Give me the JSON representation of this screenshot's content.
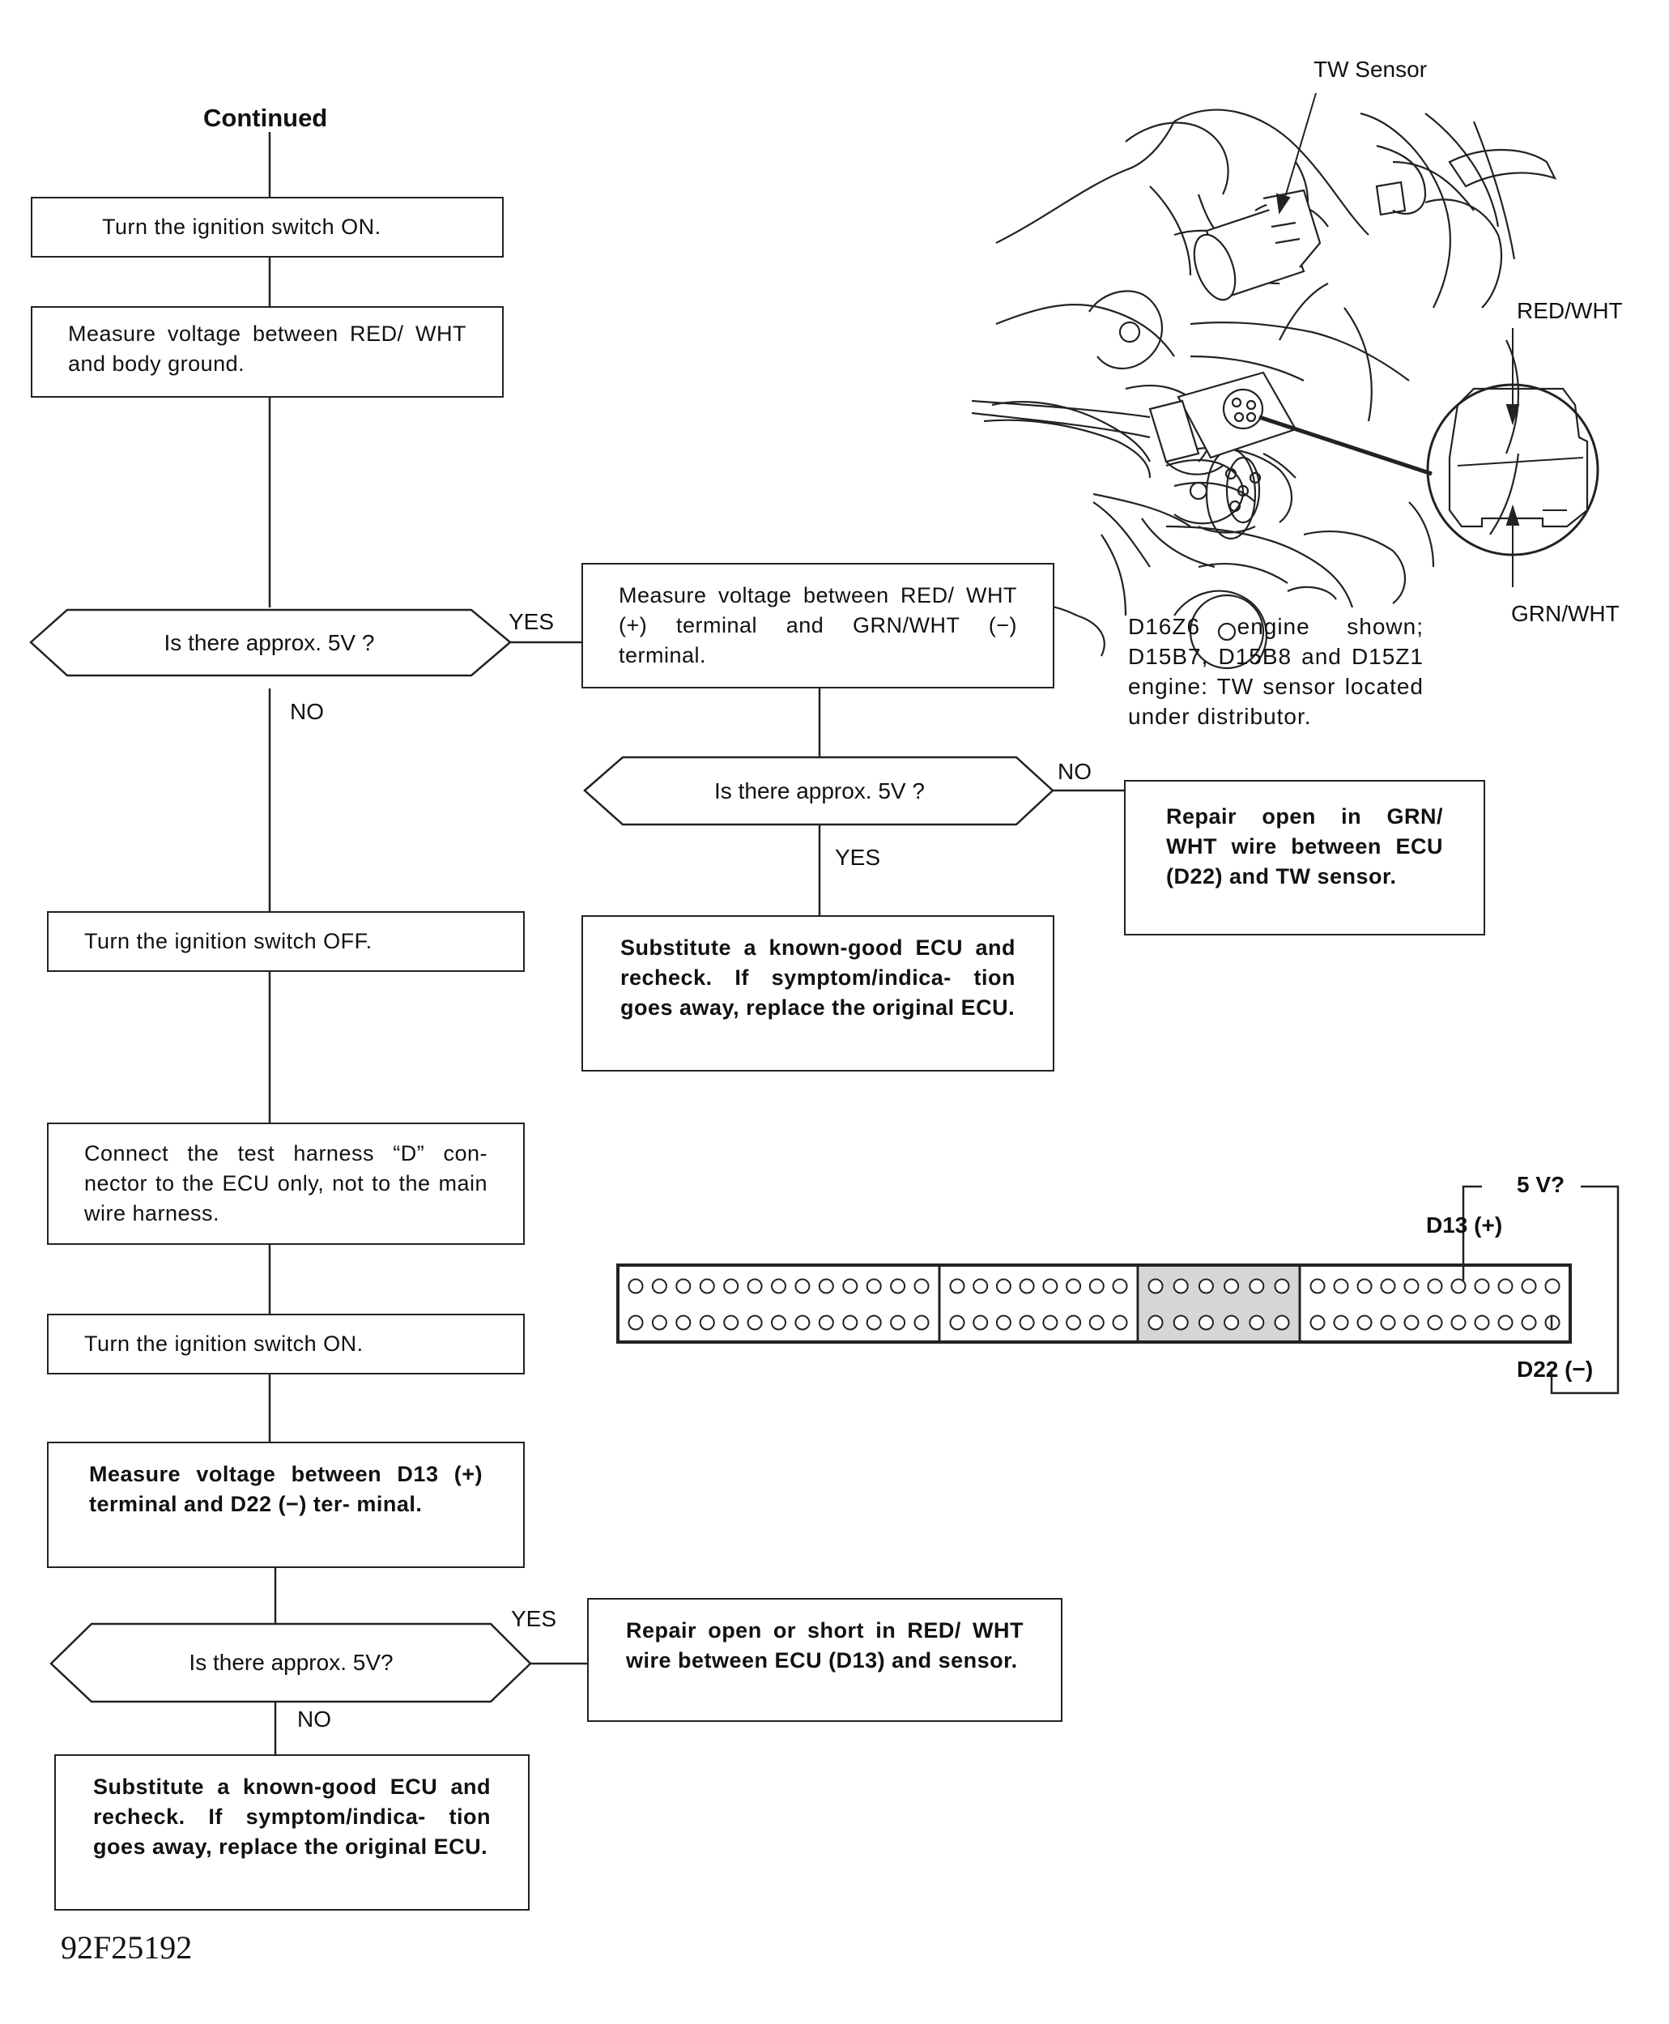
{
  "heading": "Continued",
  "steps": {
    "ign_on_1": "Turn the ignition switch ON.",
    "measure_1": "Measure voltage between RED/ WHT and body ground.",
    "q1": "Is there approx. 5V ?",
    "measure_2": "Measure voltage between RED/ WHT (+) terminal and GRN/WHT (−) terminal.",
    "q2": "Is there approx. 5V ?",
    "repair_grn": "Repair open in GRN/ WHT wire between ECU (D22) and TW sensor.",
    "substitute_1": "Substitute a known-good ECU and recheck. If symptom/indica- tion goes away, replace the original ECU.",
    "ign_off": "Turn the ignition switch OFF.",
    "connect": "Connect the test harness “D” con- nector to the ECU only, not to the main wire harness.",
    "ign_on_2": "Turn the ignition switch ON.",
    "measure_3": "Measure voltage between D13 (+) terminal and D22 (−) ter- minal.",
    "q3": "Is there approx. 5V?",
    "repair_red": "Repair open or short in RED/ WHT wire between ECU (D13) and sensor.",
    "substitute_2": "Substitute a known-good ECU and recheck. If symptom/indica- tion goes away, replace the original ECU."
  },
  "answers": {
    "q1_yes": "YES",
    "q1_no": "NO",
    "q2_no": "NO",
    "q2_yes": "YES",
    "q3_yes": "YES",
    "q3_no": "NO"
  },
  "illustration": {
    "tw_sensor": "TW Sensor",
    "red_wht": "RED/WHT",
    "grn_wht": "GRN/WHT",
    "note": "D16Z6 engine shown; D15B7, D15B8 and D15Z1 engine: TW sensor located under distributor."
  },
  "connector": {
    "v_label": "5 V?",
    "d13": "D13 (+)",
    "d22": "D22 (−)",
    "section_pins": [
      13,
      8,
      6,
      11
    ],
    "shaded_section": 3
  },
  "figure_number": "92F25192"
}
